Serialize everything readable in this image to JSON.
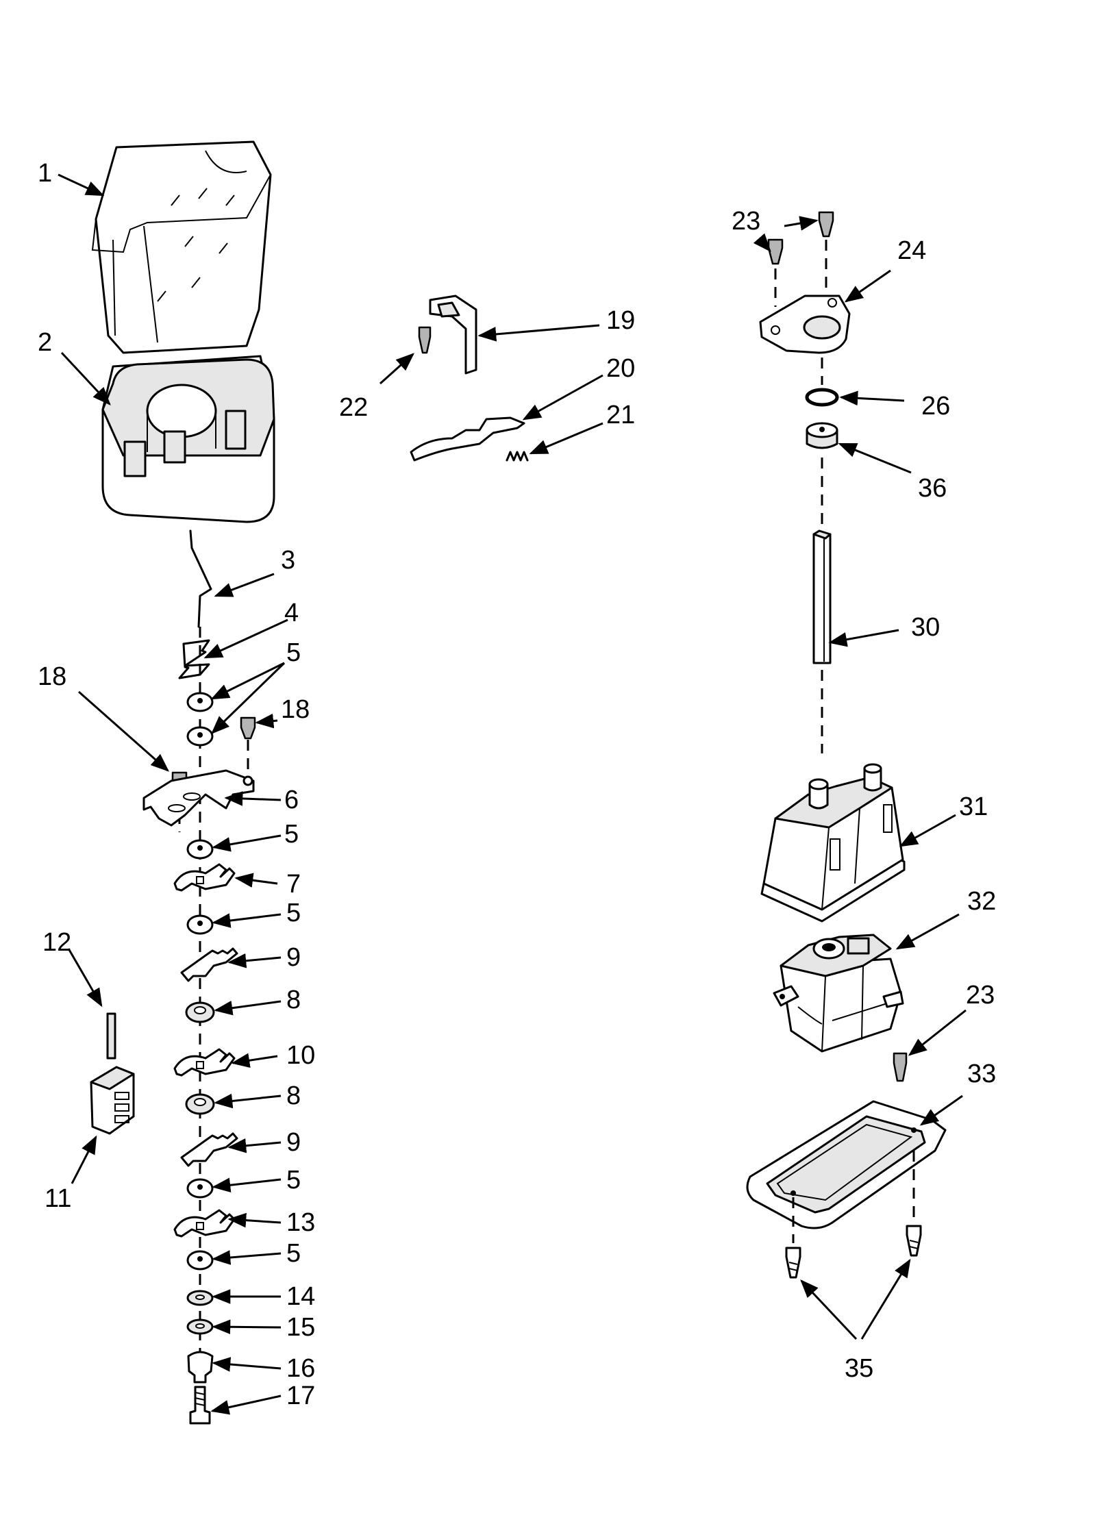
{
  "callouts": {
    "c1": "1",
    "c2": "2",
    "c3": "3",
    "c4": "4",
    "c5a": "5",
    "c5b": "5",
    "c5c": "5",
    "c5d": "5",
    "c5e": "5",
    "c6": "6",
    "c7": "7",
    "c8a": "8",
    "c8b": "8",
    "c9a": "9",
    "c9b": "9",
    "c10": "10",
    "c11": "11",
    "c12": "12",
    "c13": "13",
    "c14": "14",
    "c15": "15",
    "c16": "16",
    "c17": "17",
    "c18a": "18",
    "c18b": "18",
    "c19": "19",
    "c20": "20",
    "c21": "21",
    "c22": "22",
    "c23a": "23",
    "c23b": "23",
    "c24": "24",
    "c26": "26",
    "c36": "36",
    "c30": "30",
    "c31": "31",
    "c32": "32",
    "c33": "33",
    "c35": "35"
  }
}
